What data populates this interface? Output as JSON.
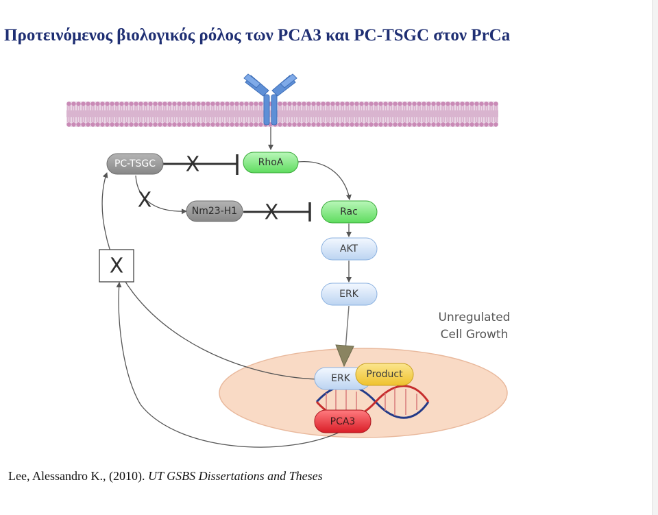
{
  "title": "Προτεινόμενος βιολογικός ρόλος των PCA3 και PC-TSGC στον PrCa",
  "citation": {
    "authors_year": "Lee, Alessandro K., (2010).",
    "source": "UT GSBS Dissertations and Theses"
  },
  "diagram": {
    "nodes": {
      "pc_tsgc": "PC-TSGC",
      "rhoa": "RhoA",
      "nm23": "Nm23-H1",
      "rac": "Rac",
      "akt": "AKT",
      "erk": "ERK",
      "erk_nuclear": "ERK",
      "product": "Product",
      "pca3": "PCA3"
    },
    "caption_line1": "Unregulated",
    "caption_line2": "Cell Growth",
    "block_marks": [
      "X",
      "X",
      "X",
      "X"
    ],
    "colors": {
      "gray_node": "#9a9a9a",
      "green_node": "#7ce57c",
      "blue_node": "#d6e6f8",
      "yellow_node": "#f4cf45",
      "red_node": "#e8313a",
      "nucleus": "#f9dac5",
      "receptor": "#5e8fd6",
      "membrane": "#c98ab6"
    }
  }
}
